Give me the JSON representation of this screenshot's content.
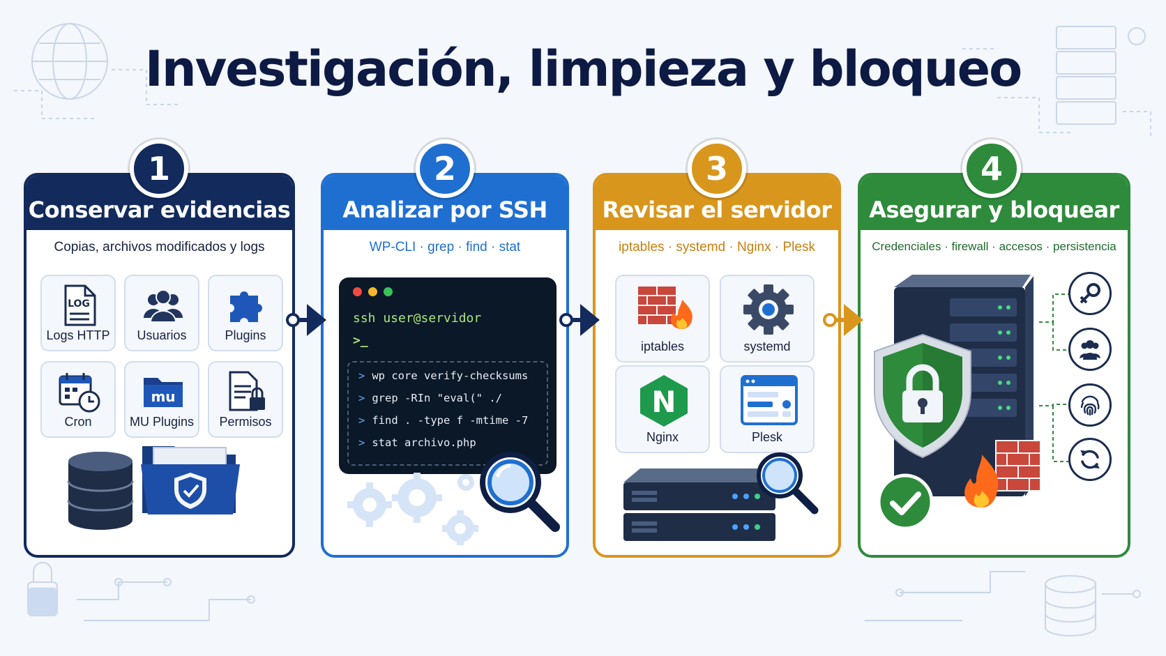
{
  "title": "Investigación, limpieza y bloqueo",
  "steps": [
    {
      "number": "1",
      "title": "Conservar evidencias",
      "subtitle": "Copias, archivos modificados y logs",
      "color": "#122a5c",
      "tiles": [
        "Logs HTTP",
        "Usuarios",
        "Plugins",
        "Cron",
        "MU Plugins",
        "Permisos"
      ],
      "log_tag": "LOG",
      "mu_tag": "mu",
      "icons": [
        "log-file-icon",
        "users-icon",
        "puzzle-icon",
        "calendar-clock-icon",
        "folder-mu-icon",
        "document-lock-icon",
        "database-icon",
        "folder-shield-icon"
      ]
    },
    {
      "number": "2",
      "title": "Analizar por SSH",
      "subtitle": "WP-CLI · grep · find · stat",
      "color": "#1f6fd1",
      "terminal": {
        "login": "ssh user@servidor",
        "prompt": ">_",
        "commands": [
          "wp core verify-checksums",
          "grep -RIn \"eval(\" ./",
          "find . -type f -mtime -7",
          "stat archivo.php"
        ]
      },
      "icons": [
        "terminal-icon",
        "magnifier-icon",
        "gears-icon"
      ]
    },
    {
      "number": "3",
      "title": "Revisar el servidor",
      "subtitle": "iptables · systemd · Nginx · Plesk",
      "color": "#d9961c",
      "tiles": [
        "iptables",
        "systemd",
        "Nginx",
        "Plesk"
      ],
      "nginx_letter": "N",
      "icons": [
        "firewall-icon",
        "gear-icon",
        "nginx-icon",
        "plesk-window-icon",
        "server-icon",
        "magnifier-icon"
      ]
    },
    {
      "number": "4",
      "title": "Asegurar y bloquear",
      "subtitle": "Credenciales · firewall · accesos · persistencia",
      "color": "#2e8b3c",
      "icons": [
        "server-rack-icon",
        "shield-lock-icon",
        "firewall-icon",
        "checkmark-icon",
        "key-icon",
        "users-icon",
        "fingerprint-icon",
        "refresh-icon"
      ]
    }
  ],
  "colors": {
    "navy": "#122a5c",
    "blue": "#1f6fd1",
    "orange": "#d9961c",
    "green": "#2e8b3c",
    "brick": "#c9473b",
    "title": "#0c1a44"
  }
}
